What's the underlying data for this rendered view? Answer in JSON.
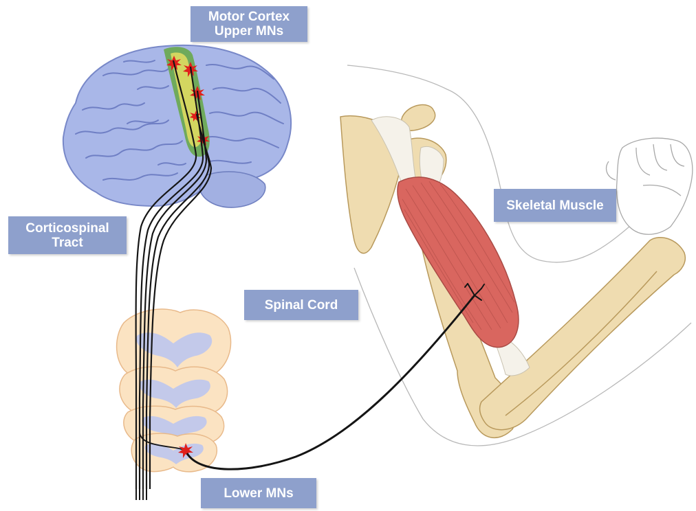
{
  "labels": {
    "motor_cortex_line1": "Motor Cortex",
    "motor_cortex_line2": "Upper MNs",
    "corticospinal_line1": "Corticospinal",
    "corticospinal_line2": "Tract",
    "spinal_cord": "Spinal Cord",
    "skeletal_muscle": "Skeletal Muscle",
    "lower_mns": "Lower MNs"
  },
  "colors": {
    "callout_bg": "#8ea0cc",
    "callout_text": "#ffffff",
    "brain": "#a9b7e8",
    "brain_gyri": "#6f7fc4",
    "motor_strip_outer": "#6aa84f",
    "motor_strip_inner": "#d8d860",
    "neuron_star": "#e0201c",
    "spinal_outer": "#fbe3c2",
    "spinal_grey": "#c3c9ea",
    "muscle": "#d9665f",
    "bone": "#efdcb0",
    "tendon": "#f5f2ea"
  }
}
